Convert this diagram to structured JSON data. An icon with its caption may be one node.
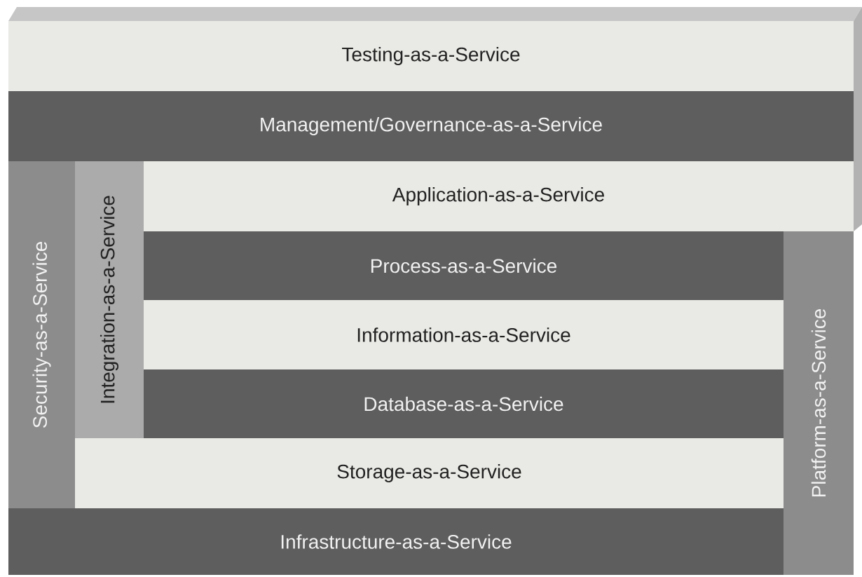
{
  "diagram": {
    "nodes": [
      {
        "text": [
          "Testing-as-a-Service"
        ]
      },
      {
        "text": [
          "Management/Governance-as-a-Service"
        ]
      },
      {
        "text": [
          "Security-as-a-Service"
        ]
      },
      {
        "text": [
          "Integration-as-a-Service"
        ]
      },
      {
        "text": [
          "Application-as-a-Service"
        ]
      },
      {
        "text": [
          "Process-as-a-Service"
        ]
      },
      {
        "text": [
          "Information-as-a-Service"
        ]
      },
      {
        "text": [
          "Database-as-a-Service"
        ]
      },
      {
        "text": [
          "Platform-as-a-Service"
        ]
      },
      {
        "text": [
          "Storage-as-a-Service"
        ]
      },
      {
        "text": [
          "Infrastructure-as-a-Service"
        ]
      }
    ]
  }
}
